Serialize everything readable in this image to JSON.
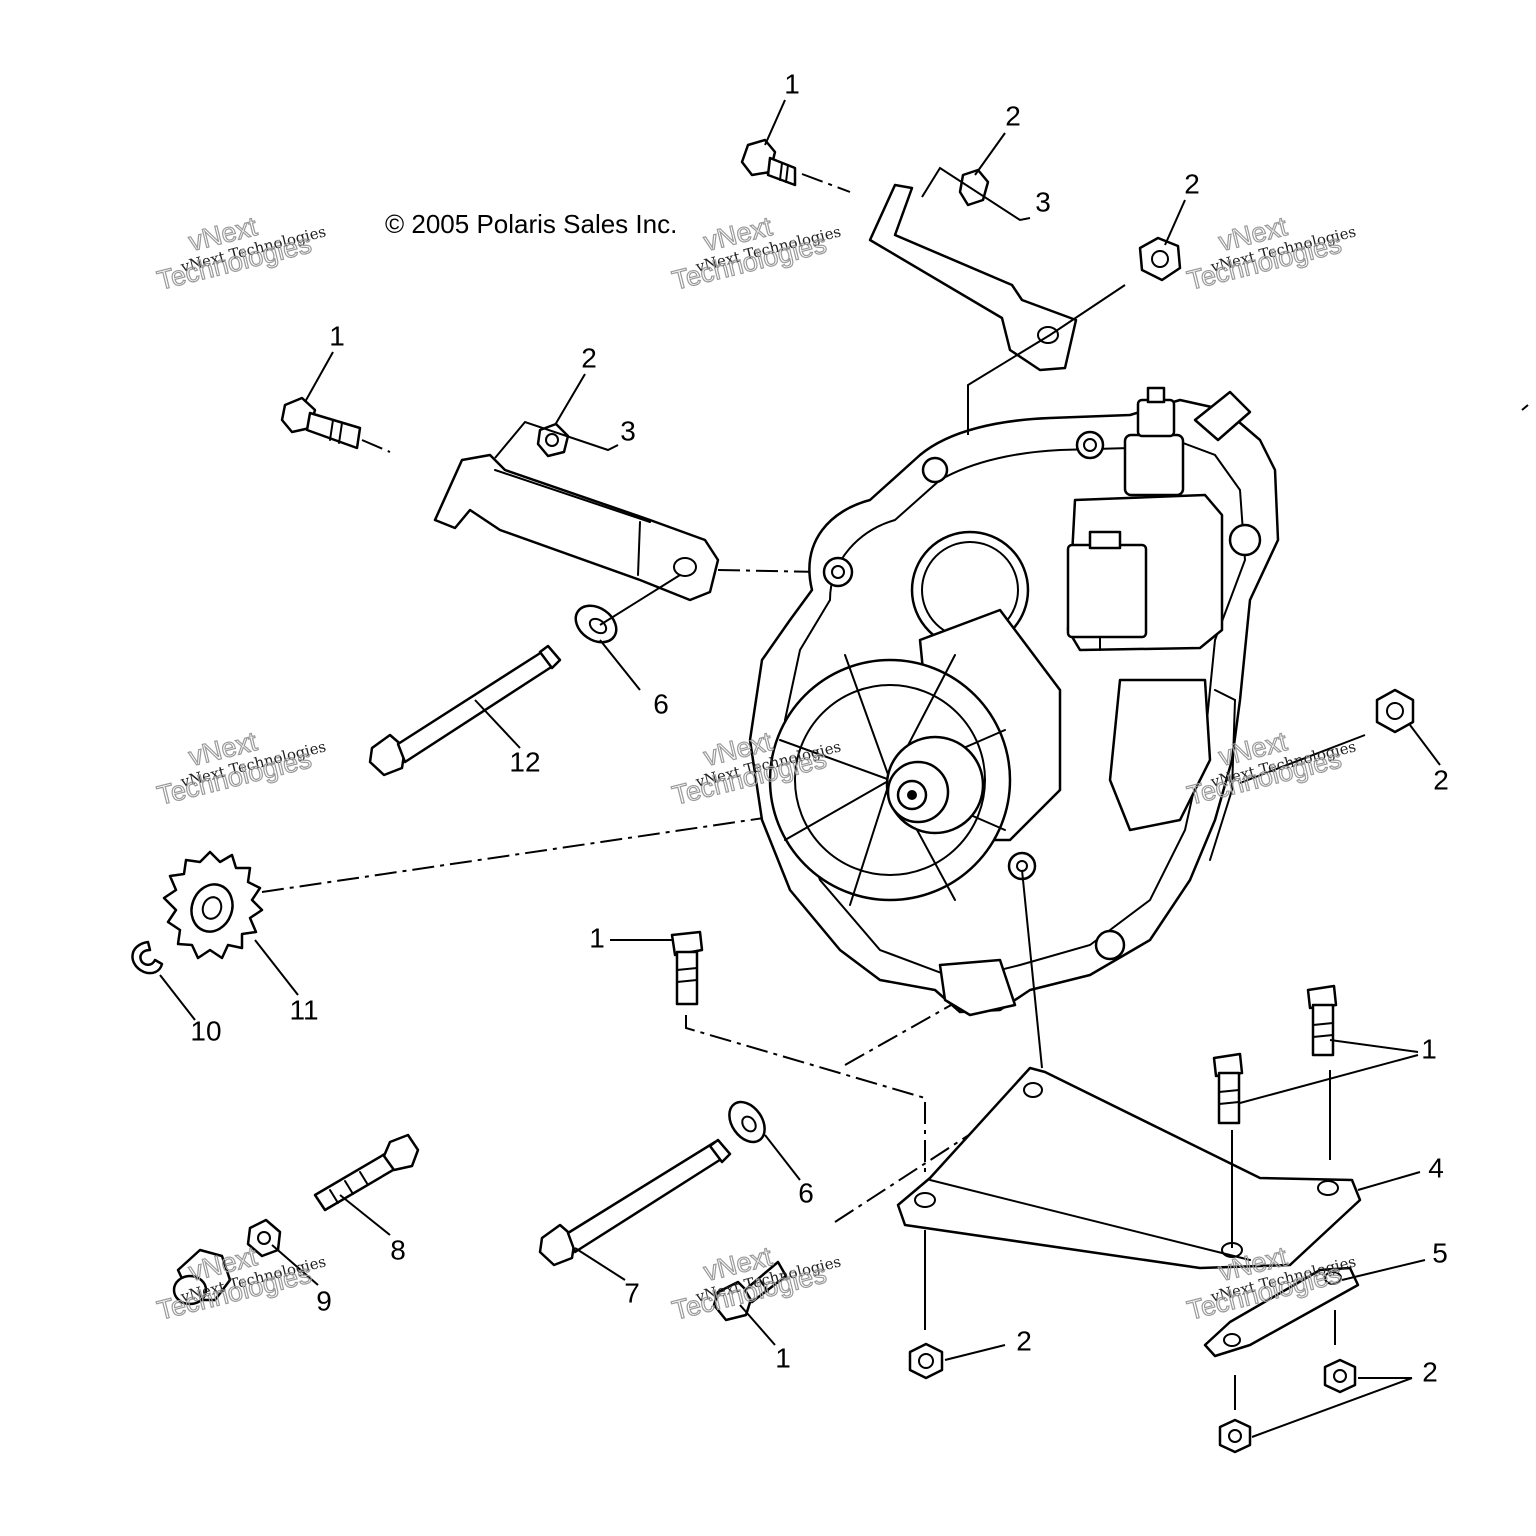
{
  "copyright": "© 2005 Polaris Sales Inc.",
  "watermark": {
    "line_small": "vNext Technologies",
    "line_big_1": "vNext",
    "line_big_2": "Technologies"
  },
  "callouts": [
    "1",
    "2",
    "3",
    "2",
    "1",
    "2",
    "3",
    "6",
    "12",
    "2",
    "11",
    "10",
    "1",
    "1",
    "4",
    "6",
    "8",
    "9",
    "7",
    "1",
    "5",
    "2",
    "2"
  ]
}
